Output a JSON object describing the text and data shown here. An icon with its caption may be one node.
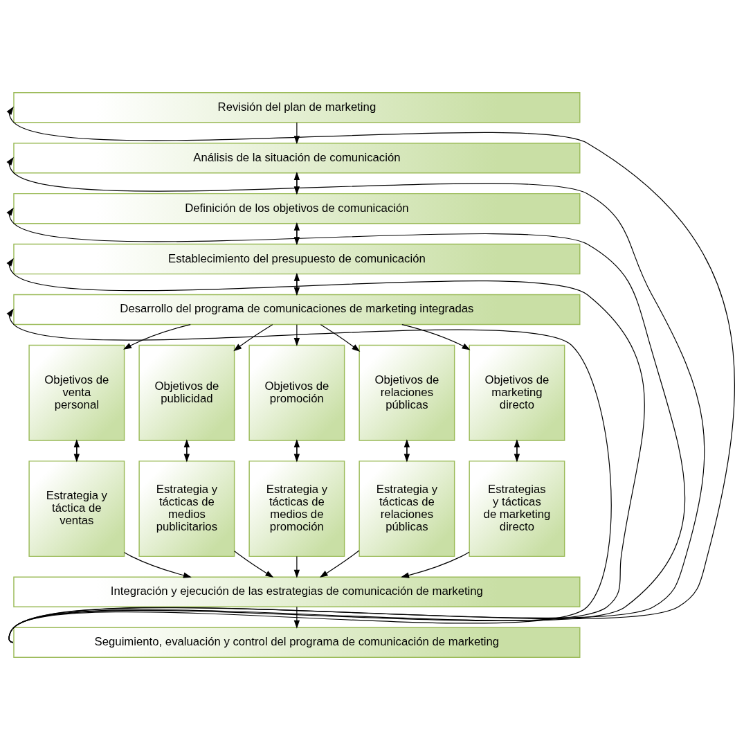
{
  "diagram": {
    "nodes": [
      {
        "text": [
          "Revisión del plan de marketing"
        ]
      },
      {
        "text": [
          "Análisis de la situación de comunicación"
        ]
      },
      {
        "text": [
          "Definición de los objetivos de comunicación"
        ]
      },
      {
        "text": [
          "Establecimiento del presupuesto de comunicación"
        ]
      },
      {
        "text": [
          "Desarrollo del programa de comunicaciones de marketing integradas"
        ]
      },
      {
        "text": [
          "Objetivos de venta personal"
        ]
      },
      {
        "text": [
          "Objetivos de publicidad"
        ]
      },
      {
        "text": [
          "Objetivos de promoción"
        ]
      },
      {
        "text": [
          "Objetivos de relaciones públicas"
        ]
      },
      {
        "text": [
          "Objetivos de marketing directo"
        ]
      },
      {
        "text": [
          "Estrategia y táctica de ventas"
        ]
      },
      {
        "text": [
          "Estrategia y tácticas de medios publicitarios"
        ]
      },
      {
        "text": [
          "Estrategia y tácticas de medios de promoción"
        ]
      },
      {
        "text": [
          "Estrategia y tácticas de relaciones públicas"
        ]
      },
      {
        "text": [
          "Estrategias y tácticas de marketing directo"
        ]
      },
      {
        "text": [
          "Integración y ejecución de las estrategias de comunicación de marketing"
        ]
      },
      {
        "text": [
          "Seguimiento, evaluación y control del programa de comunicación de marketing"
        ]
      }
    ],
    "edges": [
      {
        "from": 0,
        "to": 1,
        "arrow": "to"
      },
      {
        "from": 1,
        "to": 2,
        "arrow": "to"
      },
      {
        "from": 2,
        "to": 1,
        "arrow": "to"
      },
      {
        "from": 2,
        "to": 3,
        "arrow": "to"
      },
      {
        "from": 3,
        "to": 2,
        "arrow": "to"
      },
      {
        "from": 3,
        "to": 4,
        "arrow": "to"
      },
      {
        "from": 4,
        "to": 3,
        "arrow": "to"
      },
      {
        "from": 4,
        "to": 5,
        "arrow": "to"
      },
      {
        "from": 4,
        "to": 6,
        "arrow": "to"
      },
      {
        "from": 4,
        "to": 7,
        "arrow": "to"
      },
      {
        "from": 4,
        "to": 8,
        "arrow": "to"
      },
      {
        "from": 4,
        "to": 9,
        "arrow": "to"
      },
      {
        "from": 5,
        "to": 10,
        "arrow": "to"
      },
      {
        "from": 10,
        "to": 5,
        "arrow": "to"
      },
      {
        "from": 6,
        "to": 11,
        "arrow": "to"
      },
      {
        "from": 11,
        "to": 6,
        "arrow": "to"
      },
      {
        "from": 7,
        "to": 12,
        "arrow": "to"
      },
      {
        "from": 12,
        "to": 7,
        "arrow": "to"
      },
      {
        "from": 8,
        "to": 13,
        "arrow": "to"
      },
      {
        "from": 13,
        "to": 8,
        "arrow": "to"
      },
      {
        "from": 9,
        "to": 14,
        "arrow": "to"
      },
      {
        "from": 14,
        "to": 9,
        "arrow": "to"
      },
      {
        "from": 10,
        "to": 15,
        "arrow": "to"
      },
      {
        "from": 11,
        "to": 15,
        "arrow": "to"
      },
      {
        "from": 12,
        "to": 15,
        "arrow": "to"
      },
      {
        "from": 13,
        "to": 15,
        "arrow": "to"
      },
      {
        "from": 14,
        "to": 15,
        "arrow": "to"
      },
      {
        "from": 15,
        "to": 16,
        "arrow": "to"
      },
      {
        "from": 16,
        "to": 0,
        "arrow": "to"
      },
      {
        "from": 16,
        "to": 1,
        "arrow": "to"
      },
      {
        "from": 16,
        "to": 2,
        "arrow": "to"
      },
      {
        "from": 16,
        "to": 3,
        "arrow": "to"
      },
      {
        "from": 16,
        "to": 4,
        "arrow": "to"
      }
    ]
  }
}
